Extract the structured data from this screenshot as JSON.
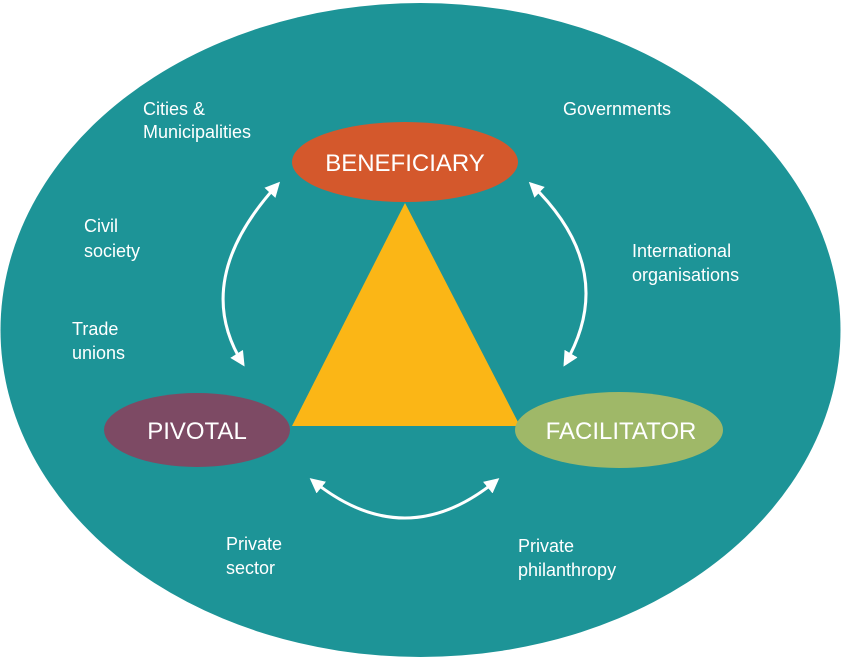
{
  "nodes": {
    "beneficiary": {
      "label": "BENEFICIARY",
      "color": "#d4582c"
    },
    "pivotal": {
      "label": "PIVOTAL",
      "color": "#7d4a64"
    },
    "facilitator": {
      "label": "FACILITATOR",
      "color": "#9fb868"
    }
  },
  "actors": {
    "cities": {
      "line1": "Cities &",
      "line2": "Municipalities"
    },
    "governments": {
      "line1": "Governments"
    },
    "civil_society": {
      "line1": "Civil",
      "line2": "society"
    },
    "international": {
      "line1": "International",
      "line2": "organisations"
    },
    "trade_unions": {
      "line1": "Trade",
      "line2": "unions"
    },
    "private_sector": {
      "line1": "Private",
      "line2": "sector"
    },
    "philanthropy": {
      "line1": "Private",
      "line2": "philanthropy"
    }
  },
  "colors": {
    "background": "#1d9497",
    "triangle": "#fbb616",
    "arrows": "#ffffff"
  }
}
